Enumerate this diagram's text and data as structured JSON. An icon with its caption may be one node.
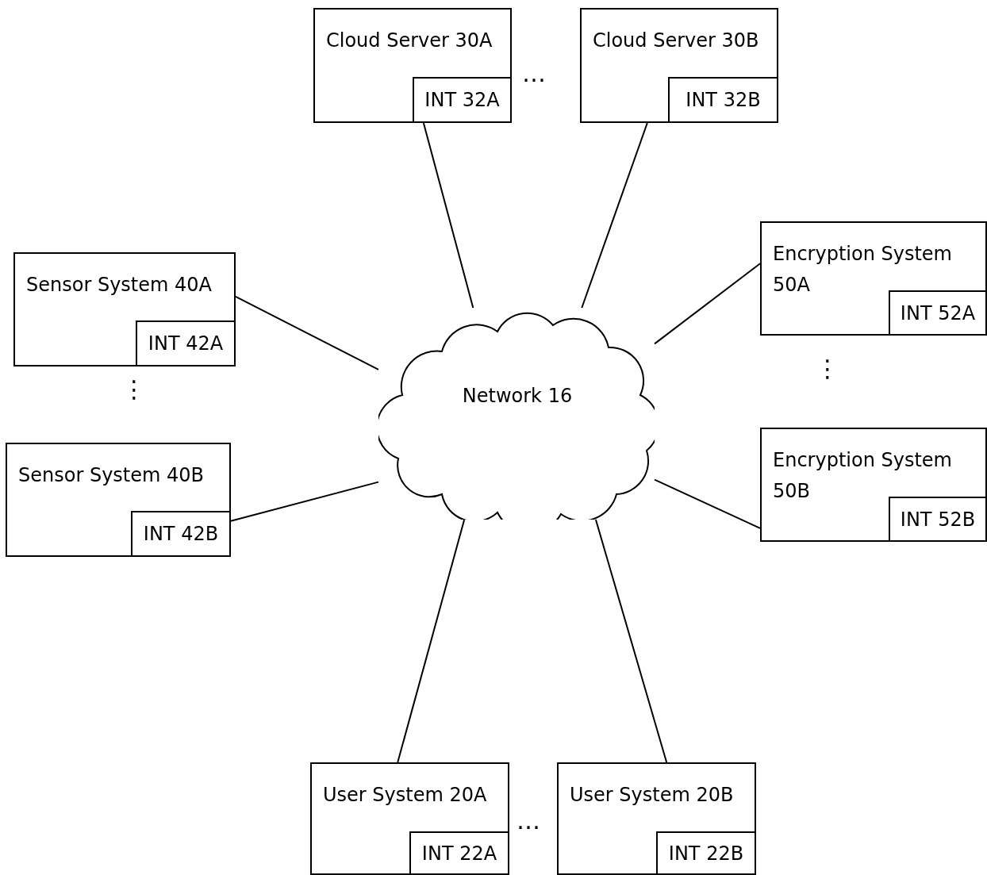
{
  "diagram": {
    "nodes": [
      {
        "text": [
          "Network 16"
        ]
      },
      {
        "text": [
          "Cloud Server 30A"
        ]
      },
      {
        "text": [
          "INT 32A"
        ],
        "in": 1
      },
      {
        "text": [
          "Cloud Server 30B"
        ]
      },
      {
        "text": [
          "INT 32B"
        ],
        "in": 3
      },
      {
        "text": [
          "Sensor System 40A"
        ]
      },
      {
        "text": [
          "INT 42A"
        ],
        "in": 5
      },
      {
        "text": [
          "Sensor System 40B"
        ]
      },
      {
        "text": [
          "INT 42B"
        ],
        "in": 7
      },
      {
        "text": [
          "Encryption System 50A"
        ]
      },
      {
        "text": [
          "INT 52A"
        ],
        "in": 9
      },
      {
        "text": [
          "Encryption System 50B"
        ]
      },
      {
        "text": [
          "INT 52B"
        ],
        "in": 11
      },
      {
        "text": [
          "User System 20A"
        ]
      },
      {
        "text": [
          "INT 22A"
        ],
        "in": 13
      },
      {
        "text": [
          "User System 20B"
        ]
      },
      {
        "text": [
          "INT 22B"
        ],
        "in": 15
      }
    ],
    "edges": [
      {
        "from": 0,
        "to": 1,
        "arrow": "none"
      },
      {
        "from": 0,
        "to": 3,
        "arrow": "none"
      },
      {
        "from": 0,
        "to": 5,
        "arrow": "none"
      },
      {
        "from": 0,
        "to": 7,
        "arrow": "none"
      },
      {
        "from": 0,
        "to": 9,
        "arrow": "none"
      },
      {
        "from": 0,
        "to": 11,
        "arrow": "none"
      },
      {
        "from": 0,
        "to": 13,
        "arrow": "none"
      },
      {
        "from": 0,
        "to": 15,
        "arrow": "none"
      }
    ],
    "labels": [
      "…",
      "⋮",
      "⋮",
      "…"
    ]
  }
}
